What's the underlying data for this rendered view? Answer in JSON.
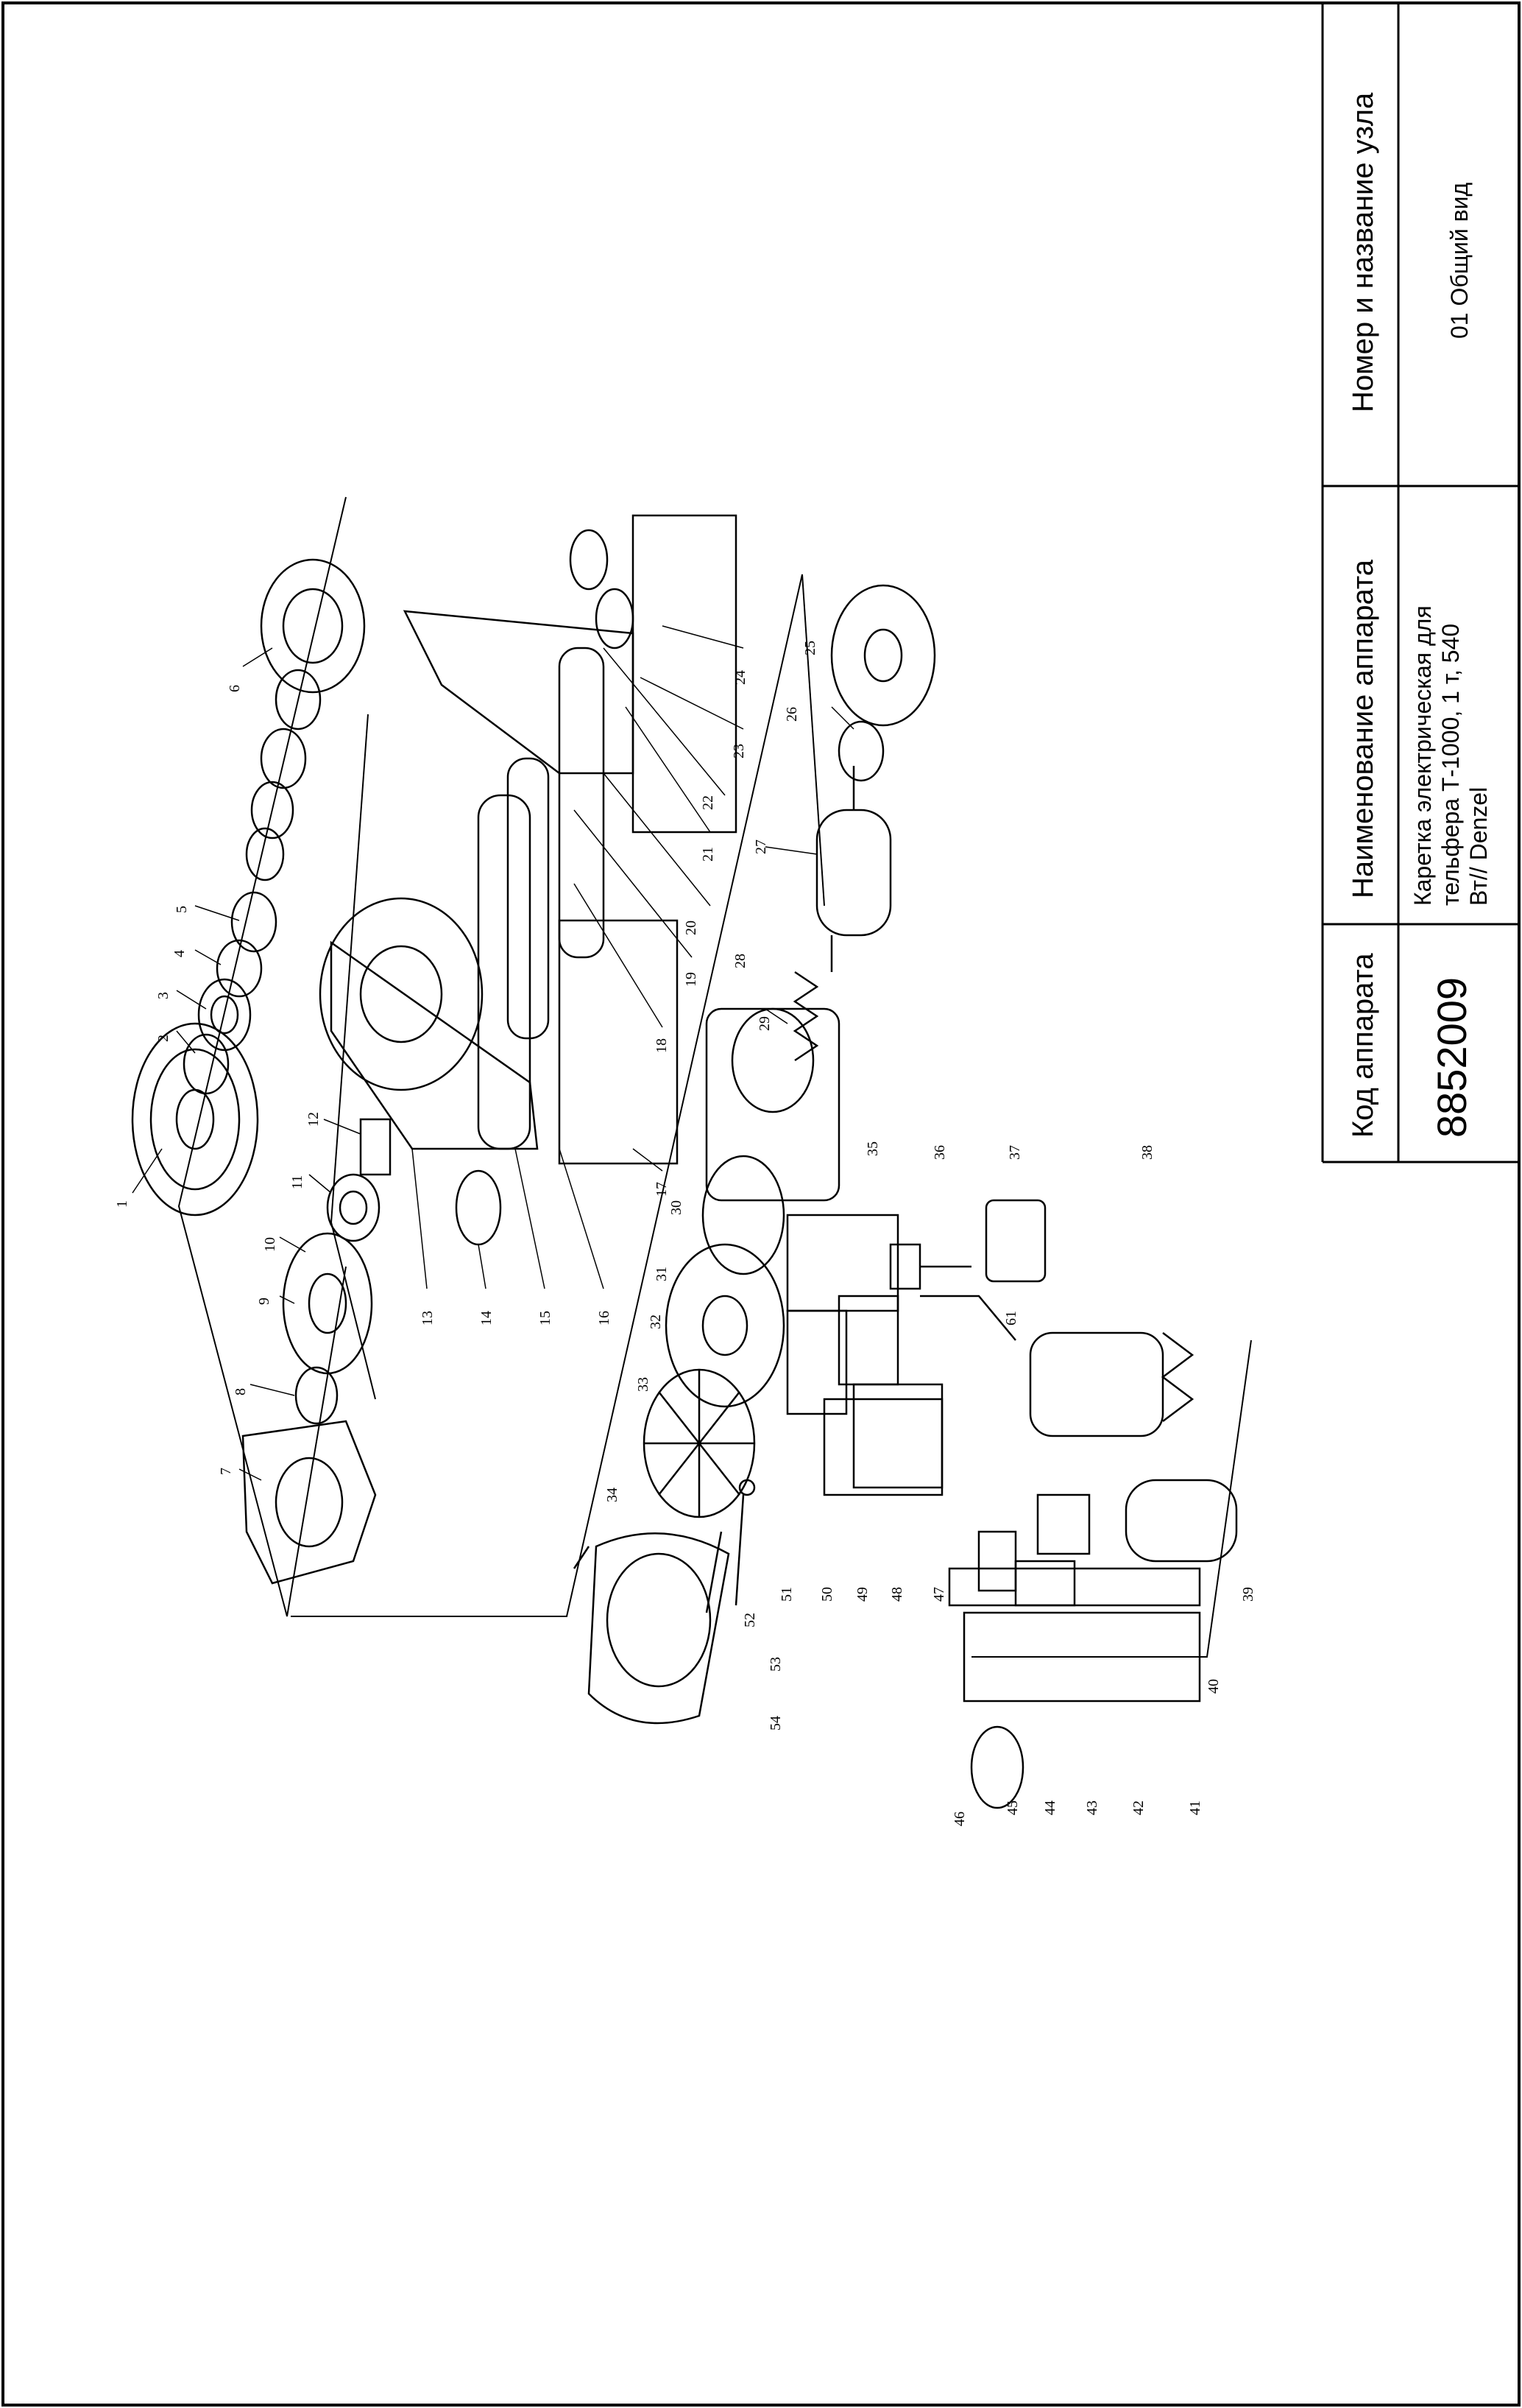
{
  "title_block": {
    "code_header": "Код аппарата",
    "code_value": "8852009",
    "name_header": "Наименование аппарата",
    "name_lines": [
      "Каретка электрическая для",
      "тельфера Т-1000, 1 т, 540",
      "Вт// Denzel"
    ],
    "node_header": "Номер и название узла",
    "node_value": "01 Общий вид"
  },
  "callouts": [
    "1",
    "2",
    "3",
    "4",
    "5",
    "6",
    "7",
    "8",
    "9",
    "10",
    "11",
    "12",
    "13",
    "14",
    "15",
    "16",
    "17",
    "18",
    "19",
    "20",
    "21",
    "22",
    "23",
    "24",
    "25",
    "26",
    "27",
    "28",
    "29",
    "30",
    "31",
    "32",
    "33",
    "34",
    "35",
    "36",
    "37",
    "38",
    "39",
    "40",
    "41",
    "42",
    "43",
    "44",
    "45",
    "46",
    "47",
    "48",
    "49",
    "50",
    "51",
    "52",
    "53",
    "54",
    "61"
  ]
}
